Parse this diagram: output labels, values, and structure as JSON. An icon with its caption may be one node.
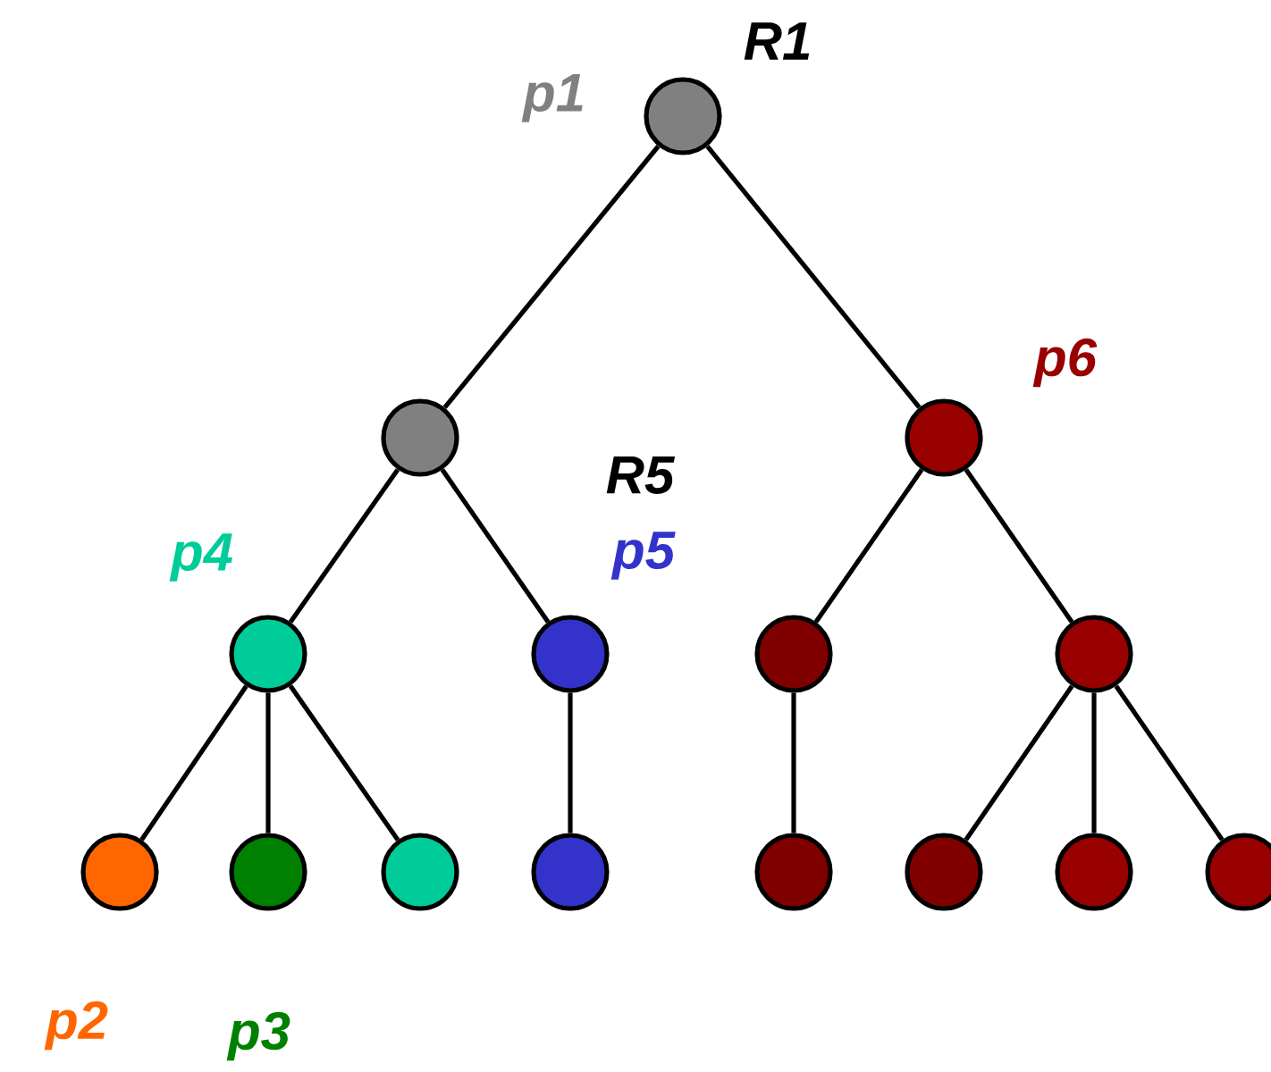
{
  "diagram": {
    "nodes": [
      {
        "text": [],
        "shape": "circle",
        "beside": [
          "p1",
          "R1"
        ]
      },
      {
        "text": [],
        "shape": "circle"
      },
      {
        "text": [],
        "shape": "circle",
        "beside": [
          "p6"
        ]
      },
      {
        "text": [],
        "shape": "circle",
        "beside": [
          "p4"
        ]
      },
      {
        "text": [],
        "shape": "circle",
        "beside": [
          "p5"
        ]
      },
      {
        "text": [],
        "shape": "circle"
      },
      {
        "text": [],
        "shape": "circle"
      },
      {
        "text": [],
        "shape": "circle"
      },
      {
        "text": [],
        "shape": "circle"
      },
      {
        "text": [],
        "shape": "circle"
      },
      {
        "text": [],
        "shape": "circle"
      },
      {
        "text": [],
        "shape": "circle"
      },
      {
        "text": [],
        "shape": "circle"
      },
      {
        "text": [],
        "shape": "circle"
      },
      {
        "text": [],
        "shape": "circle"
      }
    ],
    "edges": [
      {
        "from": 0,
        "to": 1,
        "arrow": "none"
      },
      {
        "from": 0,
        "to": 2,
        "arrow": "none"
      },
      {
        "from": 1,
        "to": 3,
        "arrow": "none"
      },
      {
        "from": 1,
        "to": 4,
        "arrow": "none"
      },
      {
        "from": 2,
        "to": 5,
        "arrow": "none"
      },
      {
        "from": 2,
        "to": 6,
        "arrow": "none"
      },
      {
        "from": 3,
        "to": 7,
        "arrow": "none"
      },
      {
        "from": 3,
        "to": 8,
        "arrow": "none"
      },
      {
        "from": 3,
        "to": 9,
        "arrow": "none"
      },
      {
        "from": 4,
        "to": 10,
        "arrow": "none"
      },
      {
        "from": 5,
        "to": 11,
        "arrow": "none"
      },
      {
        "from": 6,
        "to": 12,
        "arrow": "none"
      },
      {
        "from": 6,
        "to": 13,
        "arrow": "none"
      },
      {
        "from": 6,
        "to": 14,
        "arrow": "none"
      }
    ],
    "labels": [
      "R5",
      "p2",
      "p3"
    ]
  }
}
